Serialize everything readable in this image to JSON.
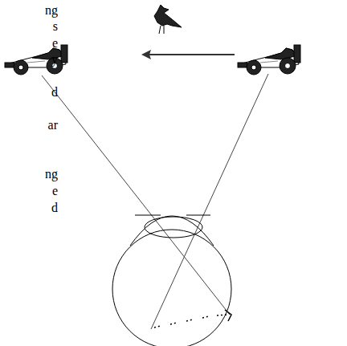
{
  "diagram": {
    "labels": [
      "ng",
      "s",
      "e",
      "y",
      "d",
      "ar",
      "ng",
      "e",
      "d"
    ]
  }
}
